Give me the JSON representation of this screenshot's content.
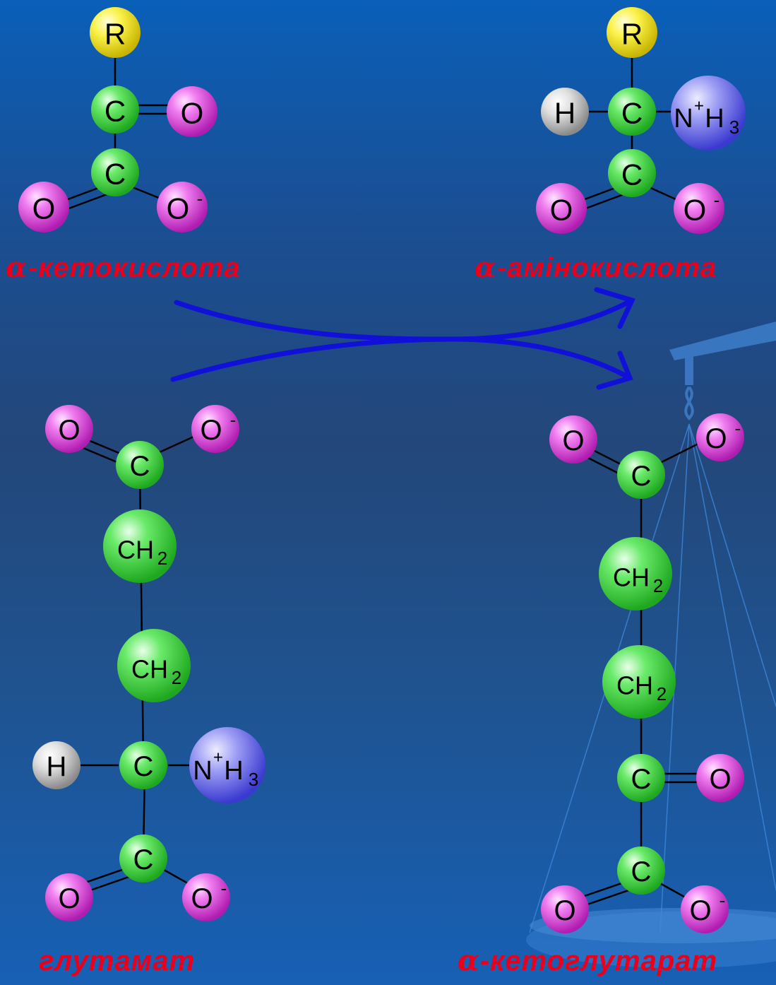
{
  "molecules": {
    "ketoacid": {
      "label_prefix": "α",
      "label_text": "-кетокислота",
      "atoms": {
        "r": "R",
        "c1": "C",
        "o1": "O",
        "c2": "C",
        "o2": "O",
        "o3": "O"
      }
    },
    "aminoacid": {
      "label_prefix": "α",
      "label_text": "-амінокислота",
      "atoms": {
        "r": "R",
        "h": "H",
        "c1": "C",
        "n": "N",
        "n_charge": "+",
        "n_h": "H",
        "n_h_count": "3",
        "c2": "C",
        "o1": "O",
        "o2": "O"
      }
    },
    "glutamate": {
      "label_text": "глутамат",
      "atoms": {
        "o1": "O",
        "o2": "O",
        "c1": "C",
        "ch2a": "CH",
        "ch2a_sub": "2",
        "ch2b": "CH",
        "ch2b_sub": "2",
        "h": "H",
        "c2": "C",
        "n": "N",
        "n_charge": "+",
        "n_h": "H",
        "n_h_count": "3",
        "c3": "C",
        "o3": "O",
        "o4": "O"
      }
    },
    "ketoglutarate": {
      "label_prefix": "α",
      "label_text": "-кетоглутарат",
      "atoms": {
        "o1": "O",
        "o2": "O",
        "c1": "C",
        "ch2a": "CH",
        "ch2a_sub": "2",
        "ch2b": "CH",
        "ch2b_sub": "2",
        "c2": "C",
        "o3": "O",
        "c3": "C",
        "o4": "O",
        "o5": "O"
      }
    }
  },
  "ion_charge": "-",
  "colors": {
    "carbon": "#3ad43a",
    "oxygen": "#e63fe0",
    "r_group": "#f2ec1c",
    "hydrogen": "#d0d0d0",
    "nitrogen": "#6a6ae8",
    "label": "#e8001c",
    "arrow": "#1010d8"
  }
}
